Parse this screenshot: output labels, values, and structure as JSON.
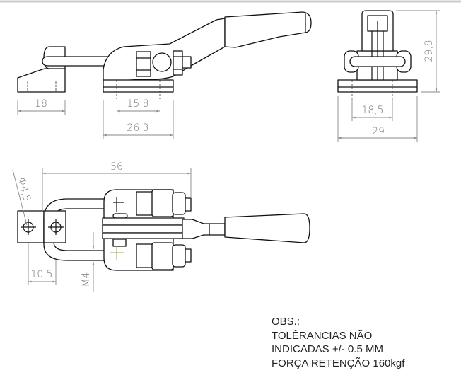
{
  "dimensions": {
    "side_latch_width": "18",
    "side_hole_spacing": "15,8",
    "side_base_width": "26,3",
    "front_hole_spacing": "18,5",
    "front_width": "29",
    "front_height": "29,8",
    "top_length": "56",
    "top_hole_diameter": "Φ4,5",
    "top_latch_offset": "10,5",
    "top_thread": "M4"
  },
  "notes": {
    "line1": "OBS.:",
    "line2": "TOLÊRANCIAS NÃO",
    "line3": "INDICADAS +/- 0.5 MM",
    "line4": "FORÇA RETENÇÃO 160kgf"
  }
}
